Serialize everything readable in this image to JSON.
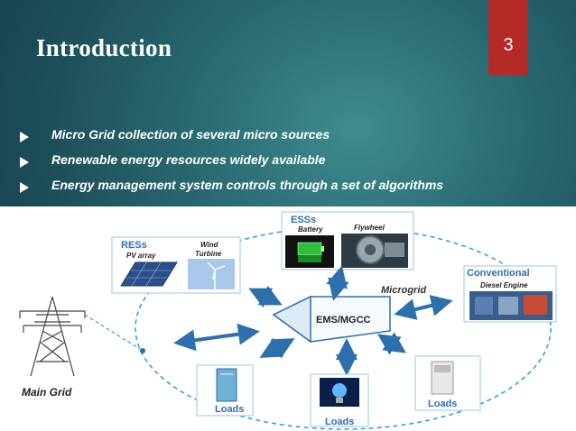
{
  "slide": {
    "title": "Introduction",
    "page_number": "3",
    "bullets": [
      "Micro Grid collection of several micro sources",
      "Renewable energy resources widely available",
      "Energy management system controls through a set of algorithms"
    ]
  },
  "diagram": {
    "ess": {
      "title": "ESSs",
      "battery": "Battery",
      "flywheel": "Flywheel"
    },
    "res": {
      "title": "RESs",
      "pv": "PV array",
      "wind": "Wind Turbine"
    },
    "conventional": {
      "title": "Conventional",
      "engine": "Diesel Engine"
    },
    "microgrid_label": "Microgrid",
    "center_label": "EMS/MGCC",
    "main_grid": "Main Grid",
    "loads": [
      "Loads",
      "Loads",
      "Loads"
    ]
  }
}
